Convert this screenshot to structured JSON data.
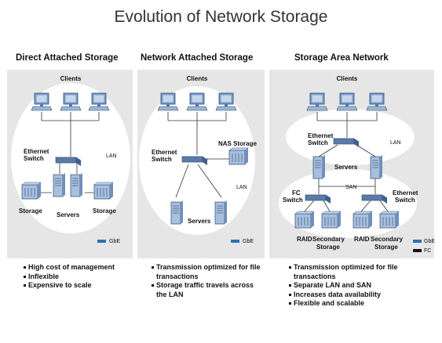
{
  "title": "Evolution of Network Storage",
  "colors": {
    "panel": "#e6e6e6",
    "ellipse": "#ffffff",
    "device": "#7a9cc8",
    "gbe": "#2f6fb5",
    "fc": "#111111"
  },
  "panels": [
    {
      "heading": "Direct Attached Storage",
      "labels": {
        "clients": "Clients",
        "switch": "Ethernet\nSwitch",
        "lan": "LAN",
        "storage_left": "Storage",
        "servers": "Servers",
        "storage_right": "Storage",
        "legend_gbe": "GbE"
      },
      "bullets": [
        "High cost of management",
        "Inflexible",
        "Expensive to scale"
      ]
    },
    {
      "heading": "Network Attached Storage",
      "labels": {
        "clients": "Clients",
        "nas": "NAS Storage",
        "switch": "Ethernet\nSwitch",
        "lan": "LAN",
        "servers": "Servers",
        "legend_gbe": "GbE"
      },
      "bullets": [
        "Transmission optimized for file transactions",
        "Storage traffic travels across the LAN"
      ]
    },
    {
      "heading": "Storage Area Network",
      "labels": {
        "clients": "Clients",
        "switch_top": "Ethernet\nSwitch",
        "lan": "LAN",
        "servers": "Servers",
        "san": "SAN",
        "fc_switch": "FC\nSwitch",
        "eth_switch": "Ethernet\nSwitch",
        "raid_left": "RAID",
        "secondary_left": "Secondary\nStorage",
        "raid_right": "RAID",
        "secondary_right": "Secondary\nStorage",
        "legend_gbe": "GbE",
        "legend_fc": "FC"
      },
      "bullets": [
        "Transmission optimized for file transactions",
        "Separate LAN and SAN",
        "Increases data availability",
        "Flexible and scalable"
      ]
    }
  ]
}
